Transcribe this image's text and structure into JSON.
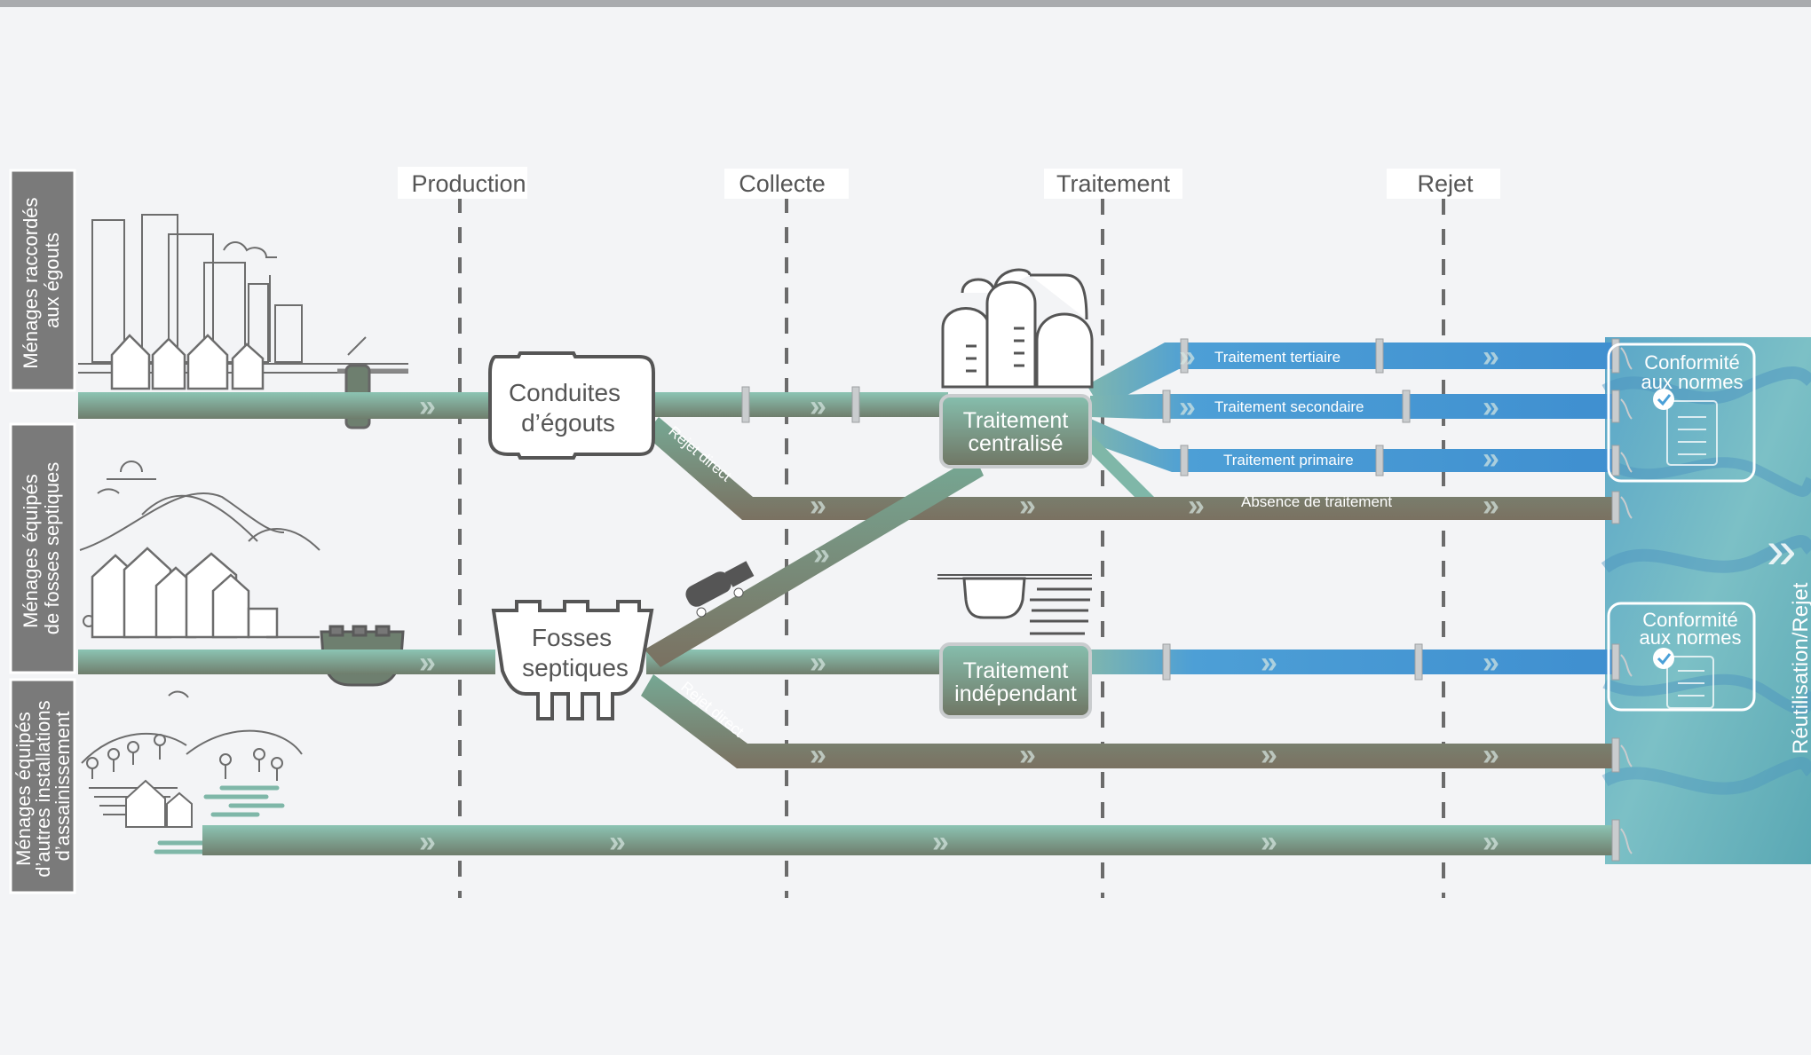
{
  "stages": [
    "Production",
    "Collecte",
    "Traitement",
    "Rejet"
  ],
  "rows": [
    {
      "line1": "Ménages raccordés",
      "line2": "aux égouts",
      "line3": ""
    },
    {
      "line1": "Ménages équipés",
      "line2": "de fosses septiques",
      "line3": ""
    },
    {
      "line1": "Ménages équipés",
      "line2": "d’autres installations",
      "line3": "d’assainissement"
    }
  ],
  "nodes": {
    "sewers": {
      "line1": "Conduites",
      "line2": "d’égouts"
    },
    "septic": {
      "line1": "Fosses",
      "line2": "septiques"
    },
    "central": {
      "line1": "Traitement",
      "line2": "centralisé"
    },
    "independent": {
      "line1": "Traitement",
      "line2": "indépendant"
    }
  },
  "pipes": {
    "tertiary": "Traitement tertiaire",
    "secondary": "Traitement secondaire",
    "primary": "Traitement primaire",
    "none": "Absence de traitement",
    "direct1": "Rejet direct",
    "direct2": "Rejet direct"
  },
  "compliance": [
    {
      "line1": "Conformité",
      "line2": "aux normes"
    },
    {
      "line1": "Conformité",
      "line2": "aux normes"
    }
  ],
  "destination": "Réutilisation/Rejet",
  "colors": {
    "background": "#f3f4f6",
    "pipe_green": "#7fb7a8",
    "pipe_brown": "#7d7a6b",
    "pipe_blue": "#4aa0d8",
    "row_label_bg": "#7a7a7a",
    "water": "#6fb5c4",
    "node_border": "#555555"
  }
}
